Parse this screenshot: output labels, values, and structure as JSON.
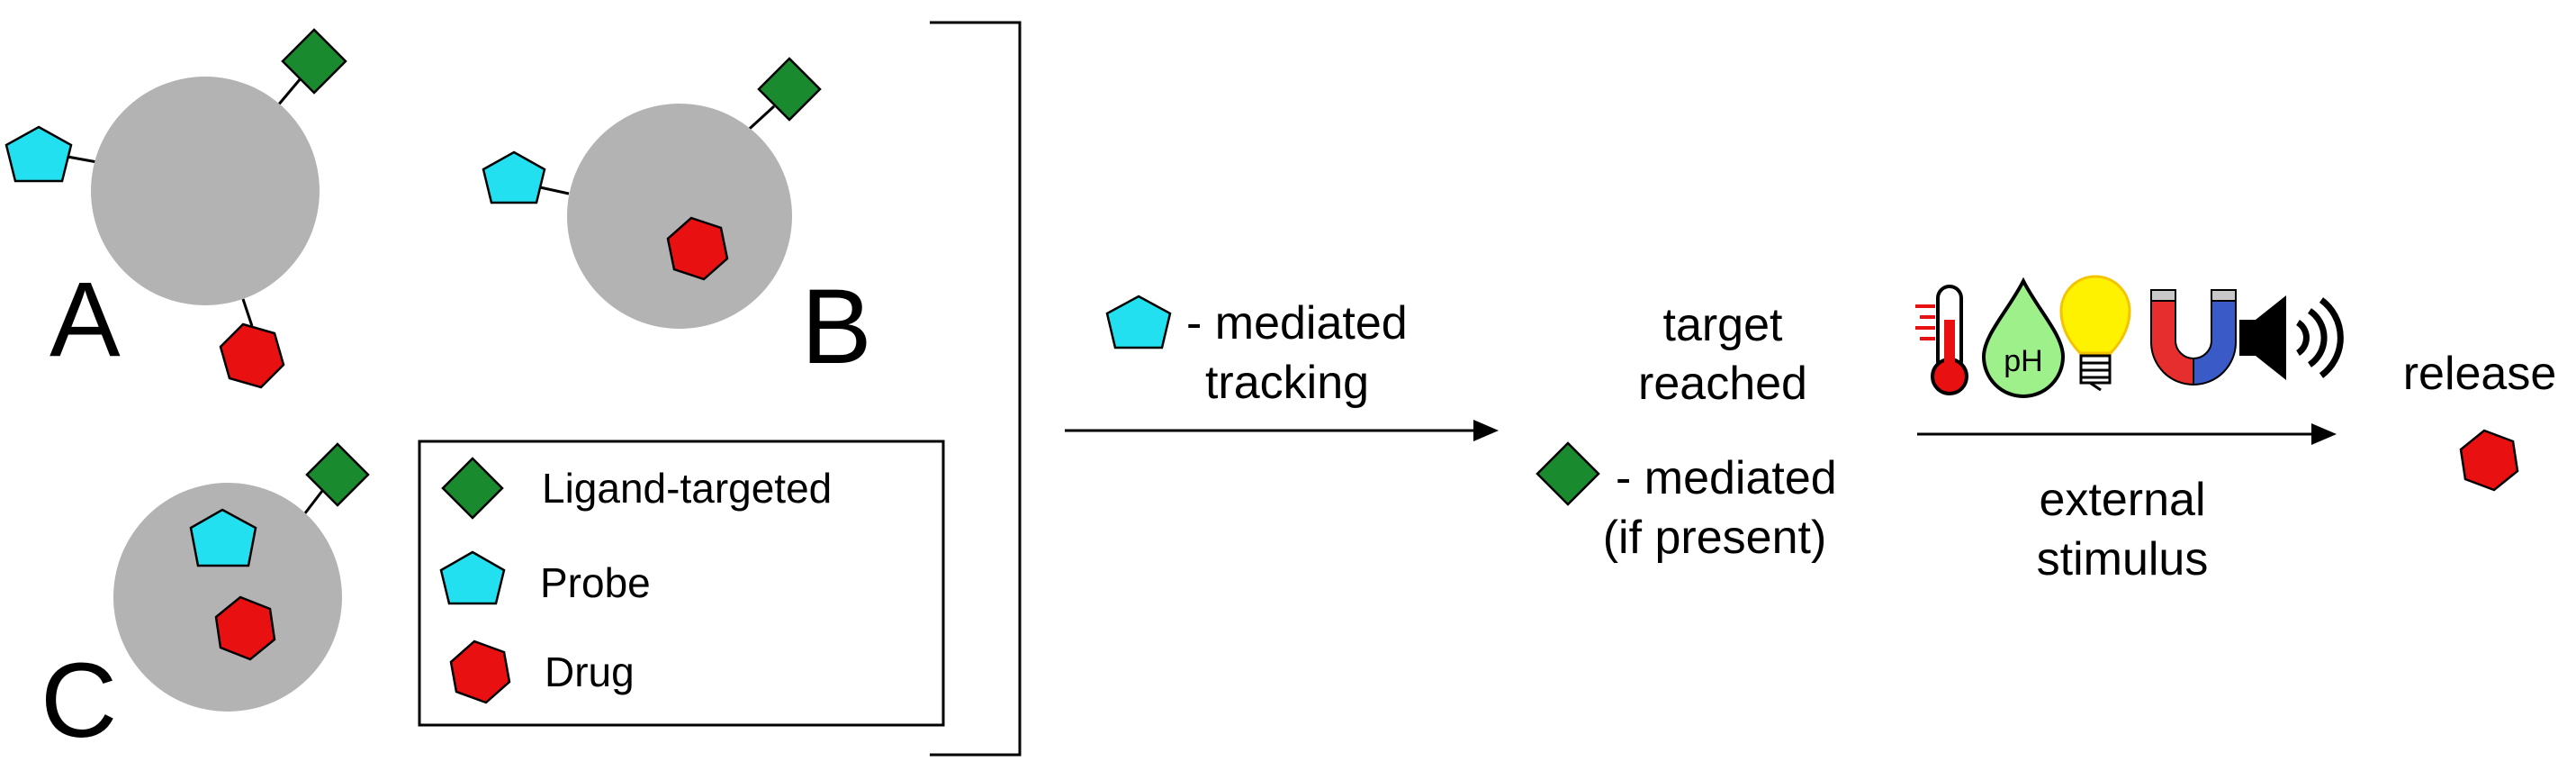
{
  "particles": {
    "A": {
      "label": "A"
    },
    "B": {
      "label": "B"
    },
    "C": {
      "label": "C"
    }
  },
  "legend": {
    "ligand": "Ligand-targeted",
    "probe": "Probe",
    "drug": "Drug"
  },
  "step1": {
    "line1": "- mediated",
    "line2": "tracking"
  },
  "step2": {
    "line1": "target",
    "line2": "reached",
    "line3": "- mediated",
    "line4": "(if present)"
  },
  "step3": {
    "stimulus1": "external",
    "stimulus2": "stimulus",
    "ph_label": "pH",
    "icons": [
      "thermometer-icon",
      "ph-drop-icon",
      "light-bulb-icon",
      "magnet-icon",
      "speaker-icon"
    ]
  },
  "release": {
    "label": "release"
  },
  "colors": {
    "ligand": "#1a8a2e",
    "probe": "#22e0f0",
    "drug": "#e81010",
    "particle": "#b3b3b3"
  }
}
